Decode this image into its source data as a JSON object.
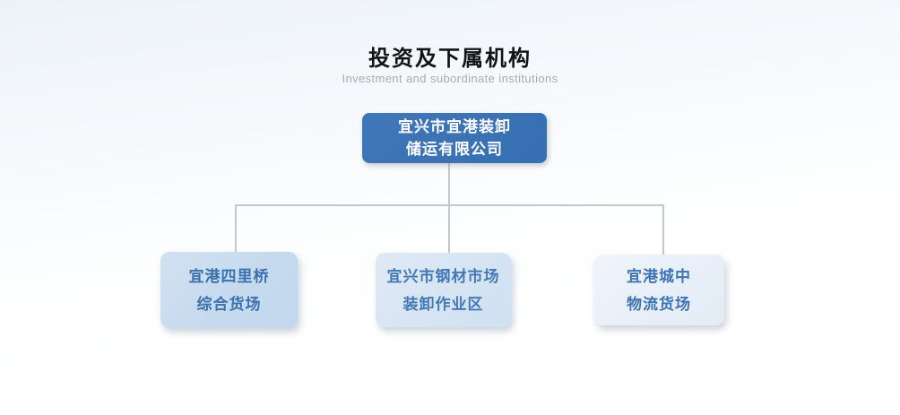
{
  "page": {
    "title": "投资及下属机构",
    "subtitle": "Investment and subordinate institutions"
  },
  "org_chart": {
    "root": {
      "name": "宜兴市宜港装卸储运有限公司",
      "line1": "宜兴市宜港装卸",
      "line2": "储运有限公司"
    },
    "children": [
      {
        "name": "宜港四里桥综合货场",
        "line1": "宜港四里桥",
        "line2": "综合货场"
      },
      {
        "name": "宜兴市钢材市场装卸作业区",
        "line1": "宜兴市钢材市场",
        "line2": "装卸作业区"
      },
      {
        "name": "宜港城中物流货场",
        "line1": "宜港城中",
        "line2": "物流货场"
      }
    ]
  },
  "colors": {
    "root_box_bg": "#3a72b4",
    "root_box_text": "#ffffff",
    "child_box_bg_1": "#c6daee",
    "child_box_bg_2": "#d6e4f3",
    "child_box_bg_3": "#e8eff8",
    "child_box_text": "#3d74b2",
    "connector_line": "#c6c7c8",
    "title_text": "#141414",
    "subtitle_text": "#a9abad",
    "background_top": "#ecf2f8",
    "background_bottom": "#ffffff"
  }
}
